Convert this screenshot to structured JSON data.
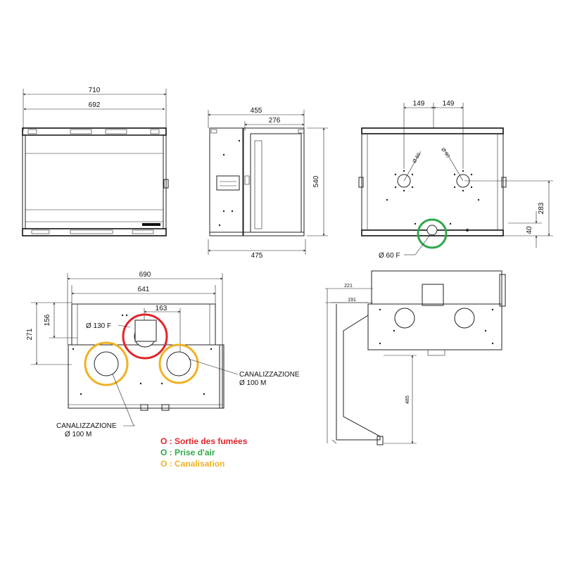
{
  "front_view": {
    "dim_overall": "710",
    "dim_inner": "692"
  },
  "side_view": {
    "dim_depth": "455",
    "dim_door": "276",
    "dim_height": "540",
    "dim_base": "475"
  },
  "back_view": {
    "dim_left_spacing": "149",
    "dim_right_spacing": "149",
    "dim_left_dia": "Ø 60",
    "dim_right_dia": "Ø 60",
    "dim_outlet_height": "283",
    "dim_inlet_height": "40",
    "air_inlet_label": "Ø 60 F"
  },
  "top_view": {
    "dim_overall": "690",
    "dim_inner": "641",
    "dim_flue_offset": "163",
    "dim_depth_total": "271",
    "dim_depth_partial": "156",
    "flue_label": "Ø 130 F",
    "right_duct_label_1": "CANALIZZAZIONE",
    "right_duct_label_2": "Ø 100 M",
    "left_duct_label_1": "CANALIZZAZIONE",
    "left_duct_label_2": "Ø 100 M"
  },
  "perspective_view": {
    "dim_top_1": "221",
    "dim_top_2": "191",
    "dim_height": "485"
  },
  "legend": [
    {
      "text": "O : Sortie des fumées",
      "color": "#e0242a"
    },
    {
      "text": "O : Prise d'air",
      "color": "#2ea84a"
    },
    {
      "text": "O : Canalisation",
      "color": "#f0b221"
    }
  ],
  "colors": {
    "flue": "#e0242a",
    "air": "#2ea84a",
    "duct": "#f0b221",
    "line": "#222222"
  }
}
